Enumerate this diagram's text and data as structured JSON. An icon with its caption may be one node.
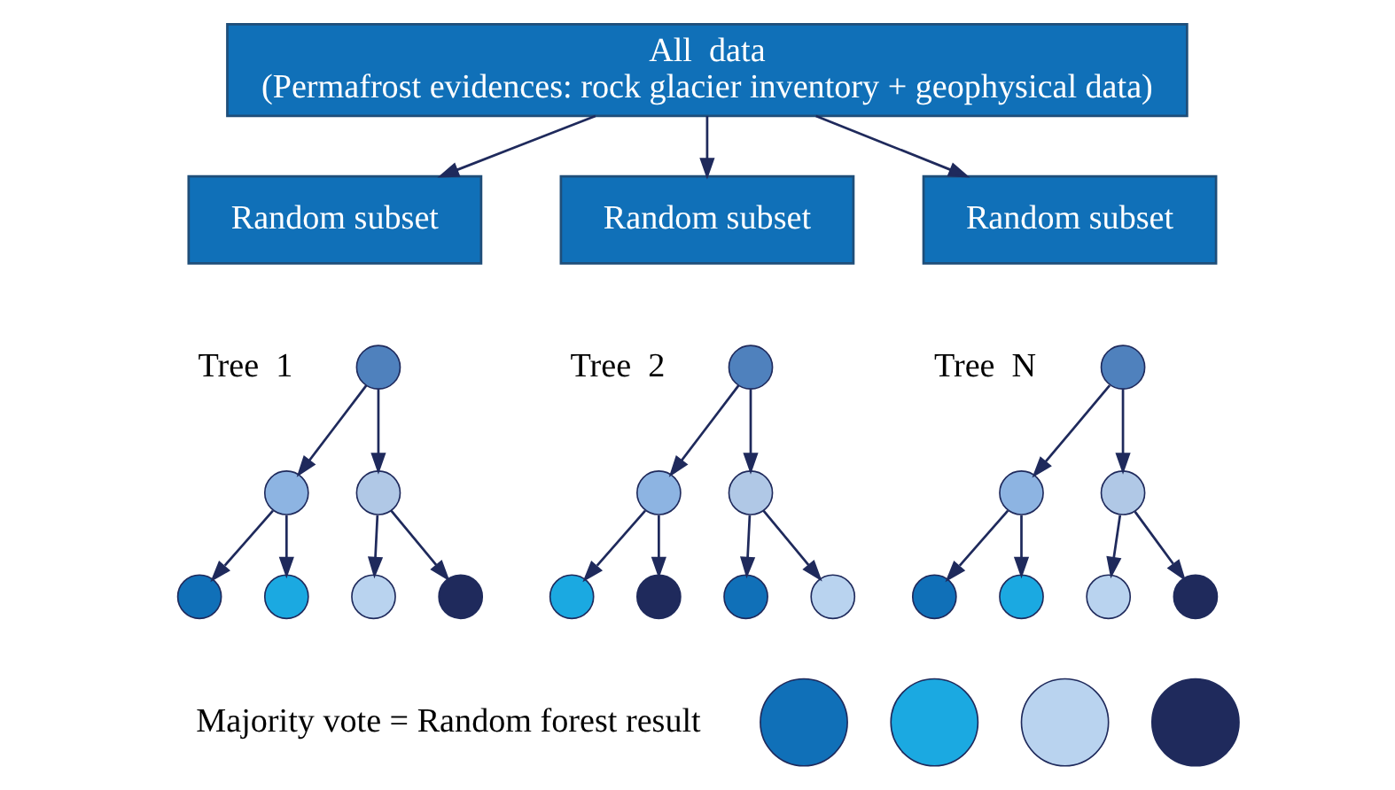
{
  "diagram": {
    "nodes": [
      {
        "text": [
          "All  data",
          "(Permafrost evidences: rock glacier inventory + geophysical data)"
        ]
      },
      {
        "text": [
          "Random subset"
        ]
      },
      {
        "text": [
          "Random subset"
        ]
      },
      {
        "text": [
          "Random subset"
        ]
      },
      {
        "text": [],
        "shape": "circle"
      },
      {
        "text": [],
        "shape": "circle"
      },
      {
        "text": [],
        "shape": "circle"
      },
      {
        "text": [],
        "shape": "circle"
      },
      {
        "text": [],
        "shape": "circle"
      },
      {
        "text": [],
        "shape": "circle"
      },
      {
        "text": [],
        "shape": "circle"
      },
      {
        "text": [],
        "shape": "circle"
      },
      {
        "text": [],
        "shape": "circle"
      },
      {
        "text": [],
        "shape": "circle"
      },
      {
        "text": [],
        "shape": "circle"
      },
      {
        "text": [],
        "shape": "circle"
      },
      {
        "text": [],
        "shape": "circle"
      },
      {
        "text": [],
        "shape": "circle"
      },
      {
        "text": [],
        "shape": "circle"
      },
      {
        "text": [],
        "shape": "circle"
      },
      {
        "text": [],
        "shape": "circle"
      },
      {
        "text": [],
        "shape": "circle"
      },
      {
        "text": [],
        "shape": "circle"
      },
      {
        "text": [],
        "shape": "circle"
      },
      {
        "text": [],
        "shape": "circle"
      },
      {
        "text": [],
        "shape": "circle"
      },
      {
        "text": [],
        "shape": "circle"
      },
      {
        "text": [],
        "shape": "circle"
      },
      {
        "text": [],
        "shape": "circle"
      }
    ],
    "edges": [
      {
        "from": 0,
        "to": 1,
        "arrow": "to"
      },
      {
        "from": 0,
        "to": 2,
        "arrow": "to"
      },
      {
        "from": 0,
        "to": 3,
        "arrow": "to"
      },
      {
        "from": 4,
        "to": 5,
        "arrow": "to"
      },
      {
        "from": 4,
        "to": 6,
        "arrow": "to"
      },
      {
        "from": 5,
        "to": 7,
        "arrow": "to"
      },
      {
        "from": 5,
        "to": 8,
        "arrow": "to"
      },
      {
        "from": 6,
        "to": 9,
        "arrow": "to"
      },
      {
        "from": 6,
        "to": 10,
        "arrow": "to"
      },
      {
        "from": 11,
        "to": 12,
        "arrow": "to"
      },
      {
        "from": 11,
        "to": 13,
        "arrow": "to"
      },
      {
        "from": 12,
        "to": 14,
        "arrow": "to"
      },
      {
        "from": 12,
        "to": 15,
        "arrow": "to"
      },
      {
        "from": 13,
        "to": 16,
        "arrow": "to"
      },
      {
        "from": 13,
        "to": 17,
        "arrow": "to"
      },
      {
        "from": 18,
        "to": 19,
        "arrow": "to"
      },
      {
        "from": 18,
        "to": 20,
        "arrow": "to"
      },
      {
        "from": 19,
        "to": 21,
        "arrow": "to"
      },
      {
        "from": 19,
        "to": 22,
        "arrow": "to"
      },
      {
        "from": 20,
        "to": 23,
        "arrow": "to"
      },
      {
        "from": 20,
        "to": 24,
        "arrow": "to"
      }
    ],
    "labels": [
      "Tree  1",
      "Tree  2",
      "Tree  N",
      "Majority vote = Random forest result"
    ]
  }
}
